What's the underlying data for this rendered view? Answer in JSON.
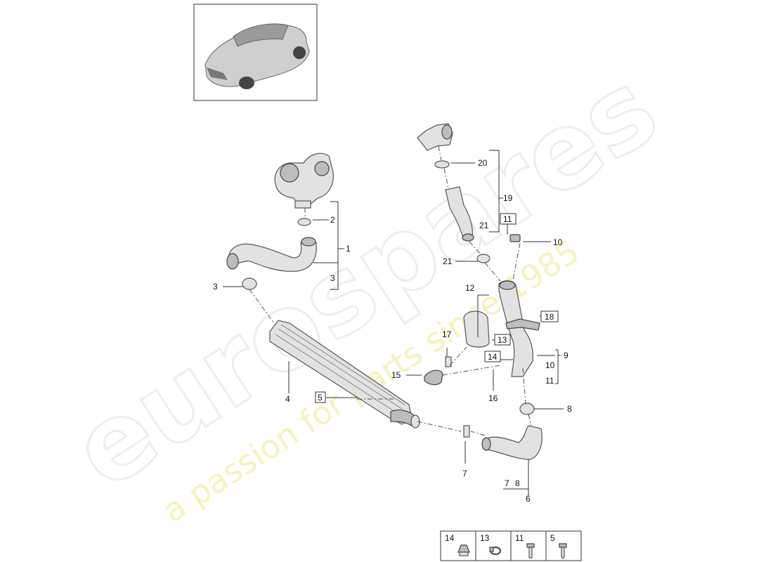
{
  "watermark": {
    "brand": "eurospares",
    "tagline": "a passion for parts since 1985"
  },
  "callouts": {
    "c1": "1",
    "c2": "2",
    "c3a": "3",
    "c3b": "3",
    "c4": "4",
    "c5": "5",
    "c6": "6",
    "c7a": "7",
    "c7b": "7",
    "c8a": "8",
    "c8b": "8",
    "c9": "9",
    "c10a": "10",
    "c10b": "10",
    "c11a": "11",
    "c11b": "11",
    "c12": "12",
    "c13": "13",
    "c14": "14",
    "c15": "15",
    "c16": "16",
    "c17": "17",
    "c18": "18",
    "c19": "19",
    "c20": "20",
    "c21a": "21",
    "c21b": "21"
  },
  "legend": {
    "items": [
      {
        "label": "14",
        "icon": "plug-clip-icon"
      },
      {
        "label": "13",
        "icon": "hose-clamp-icon"
      },
      {
        "label": "11",
        "icon": "bolt-icon"
      },
      {
        "label": "5",
        "icon": "screw-icon"
      }
    ]
  }
}
